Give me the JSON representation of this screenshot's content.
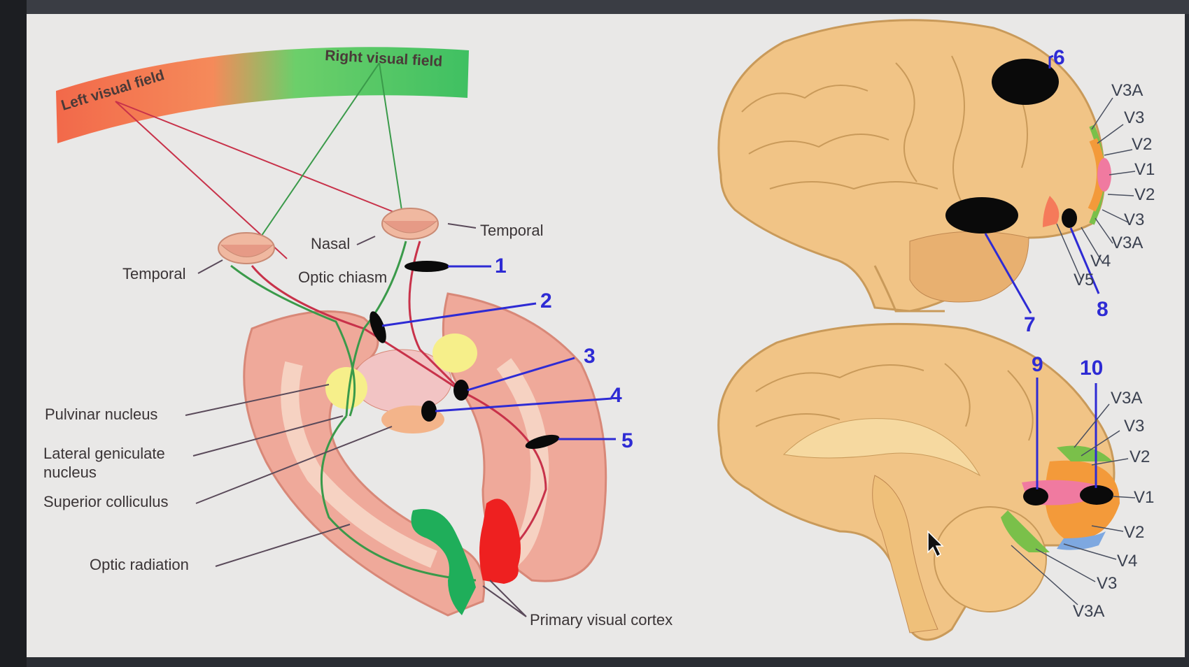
{
  "visual_field": {
    "left": "Left visual field",
    "right": "Right visual field"
  },
  "left_diagram": {
    "temporal_left": "Temporal",
    "nasal": "Nasal",
    "temporal_right": "Temporal",
    "optic_chiasm": "Optic chiasm",
    "pulvinar": "Pulvinar nucleus",
    "lgn_line1": "Lateral geniculate",
    "lgn_line2": "nucleus",
    "superior_colliculus": "Superior colliculus",
    "optic_radiation": "Optic radiation",
    "primary_visual_cortex": "Primary visual cortex"
  },
  "markers": [
    "1",
    "2",
    "3",
    "4",
    "5",
    "6",
    "7",
    "8",
    "9",
    "10"
  ],
  "lateral_brain_areas": [
    "V3A",
    "V3",
    "V2",
    "V1",
    "V2",
    "V3",
    "V3A",
    "V4",
    "V5"
  ],
  "medial_brain_areas": [
    "V3A",
    "V3",
    "V2",
    "V1",
    "V2",
    "V4",
    "V3",
    "V3A"
  ],
  "colors": {
    "left_field": "#f26a4a",
    "right_field": "#3fc062",
    "marker_blue": "#2e2bd4",
    "lesion": "#0a0a0a"
  }
}
